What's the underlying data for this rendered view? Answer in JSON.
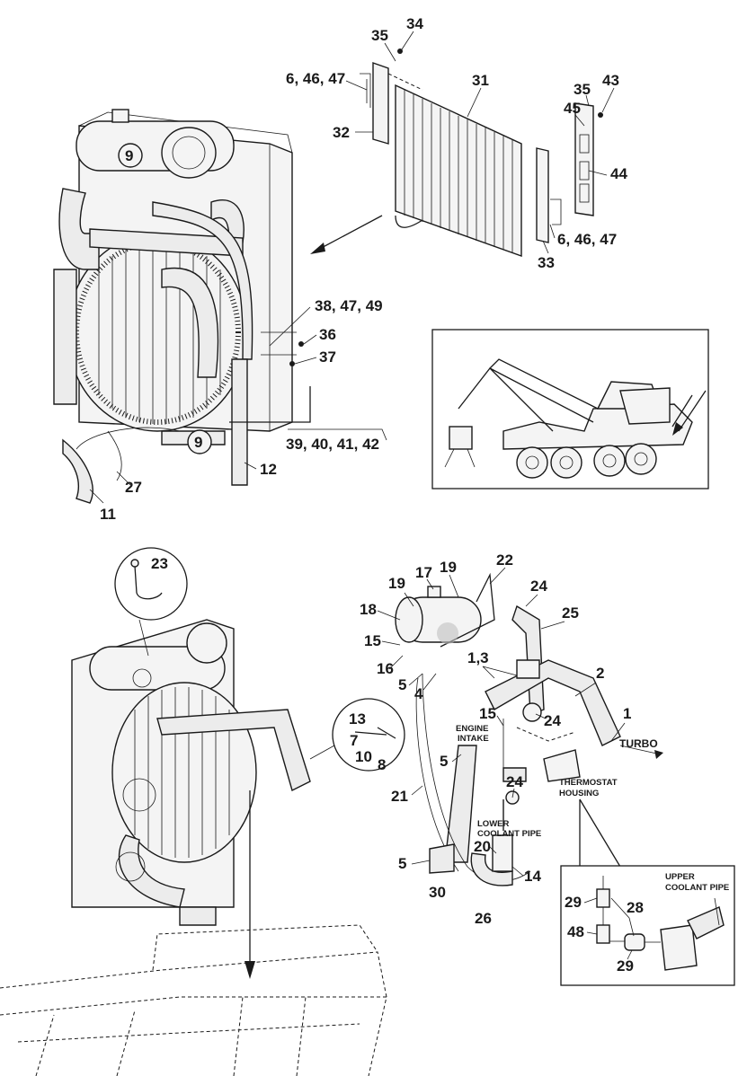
{
  "callouts": {
    "c34": "34",
    "c35a": "35",
    "c6a": "6, 46, 47",
    "c31": "31",
    "c32": "32",
    "c45": "45",
    "c35b": "35",
    "c43": "43",
    "c44": "44",
    "c6b": "6, 46, 47",
    "c33": "33",
    "c9a": "9",
    "c9b": "9",
    "c38": "38, 47, 49",
    "c36": "36",
    "c37": "37",
    "c39": "39, 40, 41, 42",
    "c12": "12",
    "c27": "27",
    "c11": "11",
    "c23": "23",
    "c22": "22",
    "c17": "17",
    "c19a": "19",
    "c19b": "19",
    "c18": "18",
    "c24a": "24",
    "c25": "25",
    "c15a": "15",
    "c16": "16",
    "c5a": "5",
    "c4": "4",
    "c13": "1,3",
    "c2": "2",
    "c15b": "15",
    "c24b": "24",
    "c1": "1",
    "c5b": "5",
    "c13b": "13",
    "c7": "7",
    "c10": "10",
    "c8": "8",
    "c21": "21",
    "c24c": "24",
    "c20": "20",
    "c14": "14",
    "c5c": "5",
    "c30": "30",
    "c26": "26",
    "c29a": "29",
    "c28": "28",
    "c48": "48",
    "c29b": "29"
  },
  "notes": {
    "turbo": "TURBO",
    "engine_intake_1": "ENGINE",
    "engine_intake_2": "INTAKE",
    "thermostat_1": "THERMOSTAT",
    "thermostat_2": "HOUSING",
    "lower_pipe_1": "LOWER",
    "lower_pipe_2": "COOLANT PIPE",
    "upper_pipe_1": "UPPER",
    "upper_pipe_2": "COOLANT PIPE"
  }
}
